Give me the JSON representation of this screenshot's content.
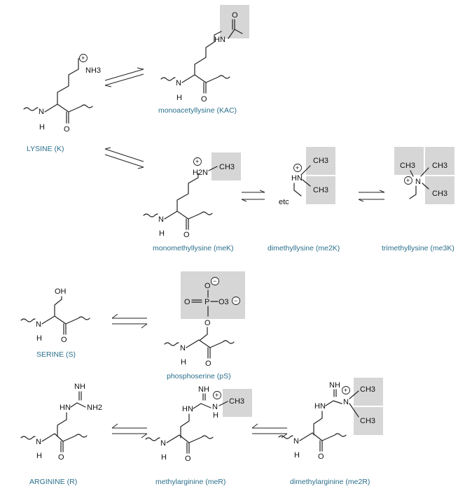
{
  "atoms": {
    "o": "O",
    "oh": "OH",
    "n": "N",
    "h": "H",
    "hn": "HN",
    "nh": "NH",
    "nh3": "NH3",
    "h2n": "H2N",
    "nh2": "NH2",
    "ch3": "CH3",
    "p": "P",
    "o3": "O3",
    "etc": "etc",
    "plus": "+",
    "minus": "−"
  },
  "labels": {
    "lysine": "LYSINE (K)",
    "kac": "monoacetyllysine (KAC)",
    "mek": "monomethyllysine (meK)",
    "me2k": "dimethyllysine (me2K)",
    "me3k": "trimethyllysine (me3K)",
    "serine": "SERINE (S)",
    "ps": "phosphoserine (pS)",
    "arginine": "ARGININE (R)",
    "mer": "methylarginine (meR)",
    "me2r": "dimethylarginine (me2R)"
  },
  "colors": {
    "label": "#2a6f8c",
    "highlight": "#d6d6d6",
    "bond": "#222222"
  }
}
